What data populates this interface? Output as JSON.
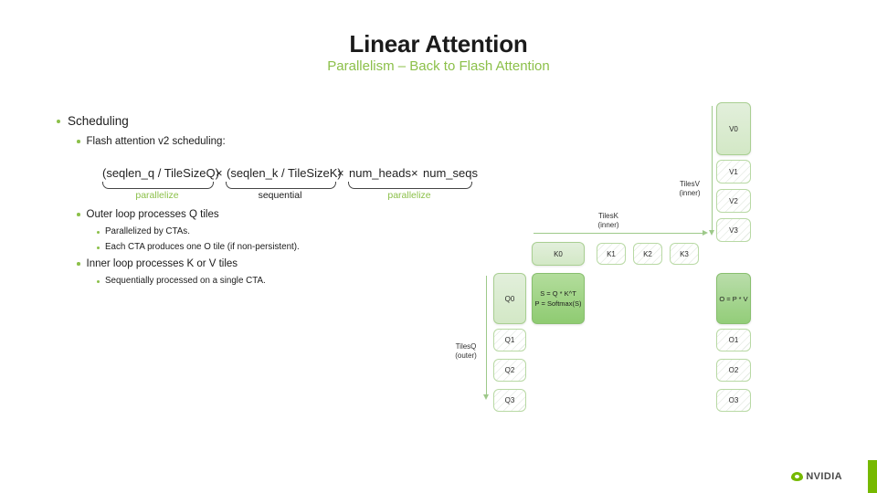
{
  "slide": {
    "title": "Linear Attention",
    "subtitle": "Parallelism – Back to Flash Attention",
    "accent_green": "#8cc04a",
    "nvidia_green": "#76b900"
  },
  "bullets": {
    "l1_scheduling": "Scheduling",
    "l2_flash_v2": "Flash attention v2 scheduling:",
    "l2_outer_loop": "Outer loop processes Q tiles",
    "l3_parallelized": "Parallelized by CTAs.",
    "l3_one_o_tile": "Each CTA produces one O tile (if non-persistent).",
    "l2_inner_loop": "Inner loop processes K or V tiles",
    "l3_sequential": "Sequentially processed on a single CTA."
  },
  "formula": {
    "term_q": "(seqlen_q / TileSizeQ)",
    "mul1": "×",
    "term_k": "(seqlen_k / TileSizeK)",
    "mul2": "×",
    "term_heads": "num_heads",
    "mul3": "×",
    "term_seqs": "num_seqs",
    "caption_q": "parallelize",
    "caption_k": "sequential",
    "caption_heads": "parallelize"
  },
  "diagram": {
    "axes": [
      {
        "name": "tilesQ",
        "label_line1": "TilesQ",
        "label_line2": "(outer)"
      },
      {
        "name": "tilesK",
        "label_line1": "TilesK",
        "label_line2": "(inner)"
      },
      {
        "name": "tilesV",
        "label_line1": "TilesV",
        "label_line2": "(inner)"
      }
    ],
    "q_tiles": [
      {
        "label": "Q0",
        "state": "active"
      },
      {
        "label": "Q1",
        "state": "hatch"
      },
      {
        "label": "Q2",
        "state": "hatch"
      },
      {
        "label": "Q3",
        "state": "hatch"
      }
    ],
    "k_tiles": [
      {
        "label": "K0",
        "state": "active"
      },
      {
        "label": "K1",
        "state": "hatch"
      },
      {
        "label": "K2",
        "state": "hatch"
      },
      {
        "label": "K3",
        "state": "hatch"
      }
    ],
    "v_tiles": [
      {
        "label": "V0",
        "state": "active"
      },
      {
        "label": "V1",
        "state": "hatch"
      },
      {
        "label": "V2",
        "state": "hatch"
      },
      {
        "label": "V3",
        "state": "hatch"
      }
    ],
    "o_tiles": [
      {
        "label": "O = P * V",
        "state": "compute"
      },
      {
        "label": "O1",
        "state": "hatch"
      },
      {
        "label": "O2",
        "state": "hatch"
      },
      {
        "label": "O3",
        "state": "hatch"
      }
    ],
    "compute_block": {
      "line1": "S = Q * K^T",
      "line2": "P = Softmax(S)"
    }
  },
  "footer": {
    "logo_text": "NVIDIA"
  }
}
